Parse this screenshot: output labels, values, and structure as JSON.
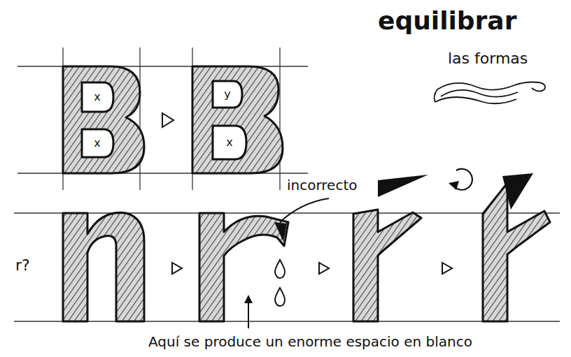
{
  "diagram": {
    "title": "equilibrar",
    "labels": [
      "las formas",
      "x",
      "x",
      "y",
      "x",
      "incorrecto",
      "r?",
      "Aquí se produce un enorme espacio en blanco"
    ]
  }
}
